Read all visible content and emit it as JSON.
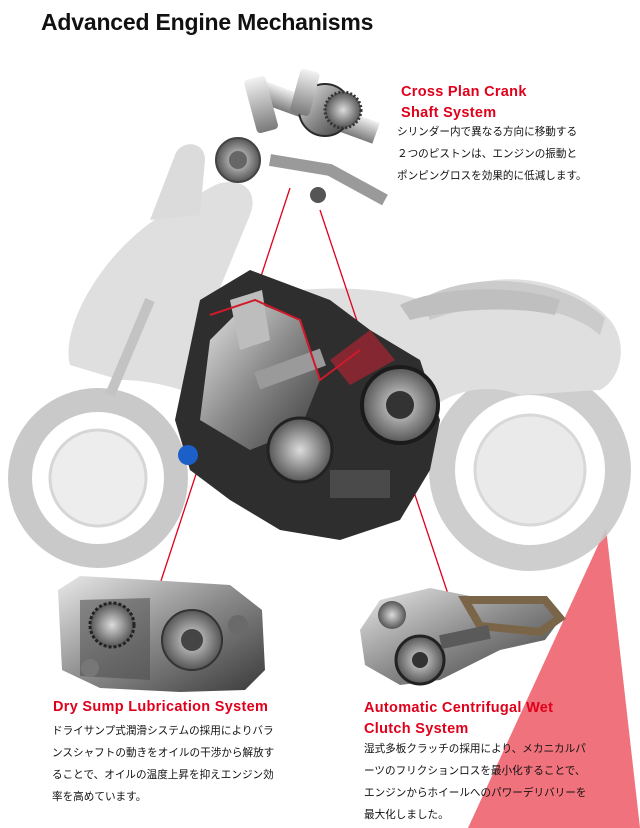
{
  "title": "Advanced Engine Mechanisms",
  "colors": {
    "accent": "#e0001b",
    "connector": "#e0001b",
    "triangle": "#f0727c",
    "text": "#111111",
    "bike_ghost": "#cfcfcf"
  },
  "features": {
    "crank": {
      "title": "Cross  Plan  Crank\n Shaft  System",
      "body": "シリンダー内で異なる方向に移動する\n２つのピストンは、エンジンの振動と\nポンピングロスを効果的に低減します。",
      "image": "crankshaft-photo"
    },
    "dry_sump": {
      "title": "Dry Sump Lubrication System",
      "body": "ドライサンプ式潤滑システムの採用によりバラ\nンスシャフトの動きをオイルの干渉から解放す\nることで、オイルの温度上昇を抑えエンジン効\n率を高めています。",
      "image": "engine-case-photo"
    },
    "clutch": {
      "title": "Automatic  Centrifugal  Wet\nClutch System",
      "body": "湿式多板クラッチの採用により、メカニカルパ\nーツのフリクションロスを最小化することで、\nエンジンからホイールへのパワーデリバリーを\n最大化しました。",
      "image": "clutch-assembly-photo"
    }
  },
  "images": {
    "background": "scooter-silhouette",
    "center": "engine-cutaway-photo"
  }
}
